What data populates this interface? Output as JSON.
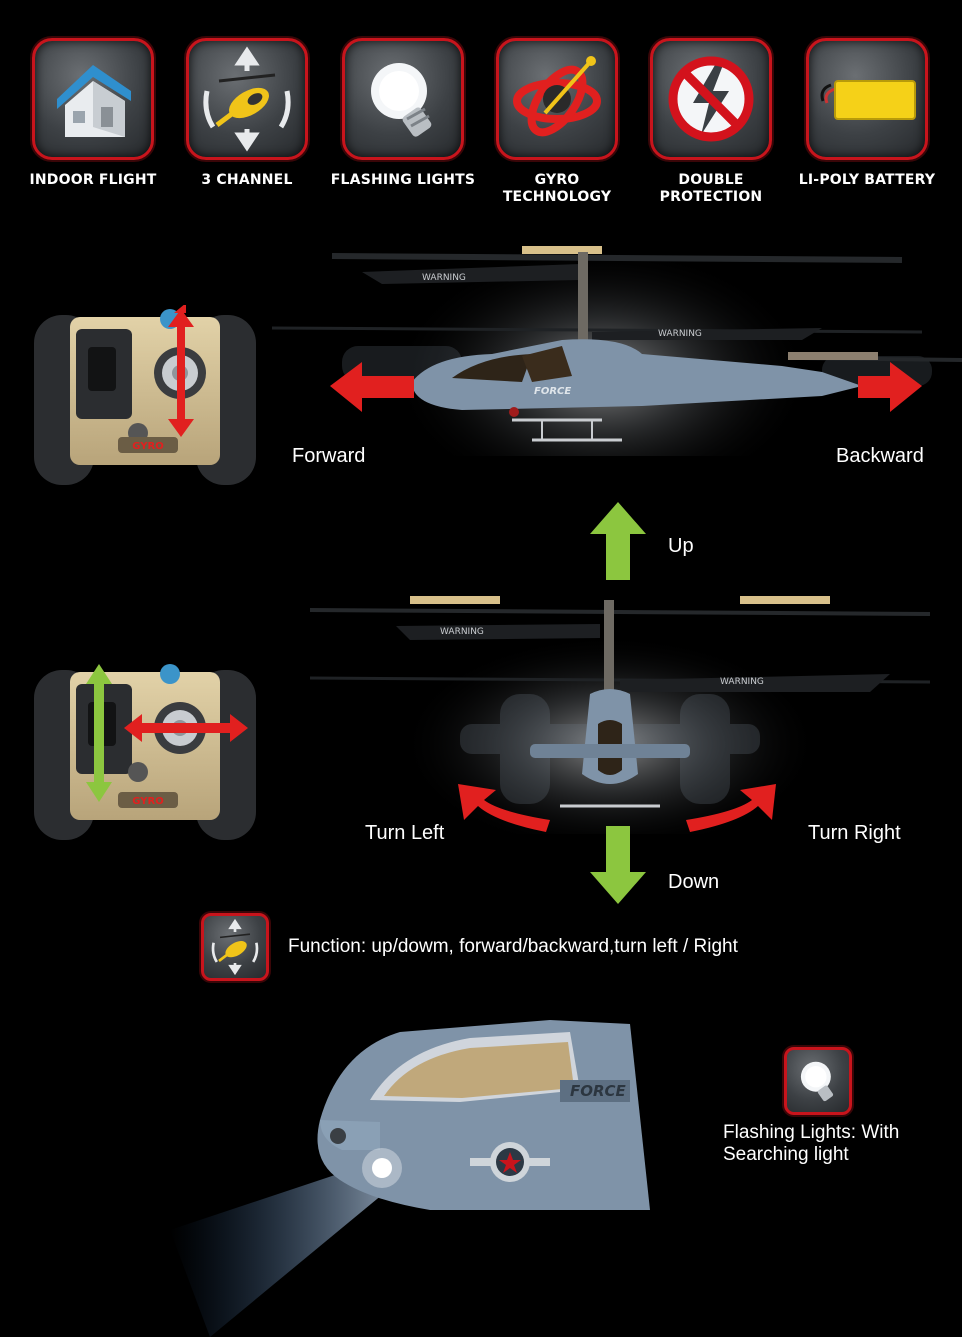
{
  "features": [
    {
      "label": "INDOOR FLIGHT",
      "icon": "house-icon"
    },
    {
      "label": "3 CHANNEL",
      "icon": "helicopter-arrows-icon"
    },
    {
      "label": "FLASHING LIGHTS",
      "icon": "light-bulb-icon"
    },
    {
      "label": "GYRO\nTECHNOLOGY",
      "icon": "gyro-icon"
    },
    {
      "label": "DOUBLE\nPROTECTION",
      "icon": "no-lightning-icon"
    },
    {
      "label": "LI-POLY BATTERY",
      "icon": "battery-icon"
    }
  ],
  "controls": {
    "forward": "Forward",
    "backward": "Backward",
    "up": "Up",
    "down": "Down",
    "turn_left": "Turn Left",
    "turn_right": "Turn Right",
    "function_text": "Function: up/dowm, forward/backward,turn left / Right",
    "warning_text": "WARNING",
    "force_text": "FORCE",
    "gyro_text": "GYRO"
  },
  "lights": {
    "text": "Flashing Lights: With\nSearching light"
  },
  "colors": {
    "badge_border": "#c8141c",
    "arrow_red": "#e1201f",
    "arrow_green": "#8cc63f",
    "battery_yellow": "#f5d118",
    "helicopter_grey": "#7f93a8"
  }
}
